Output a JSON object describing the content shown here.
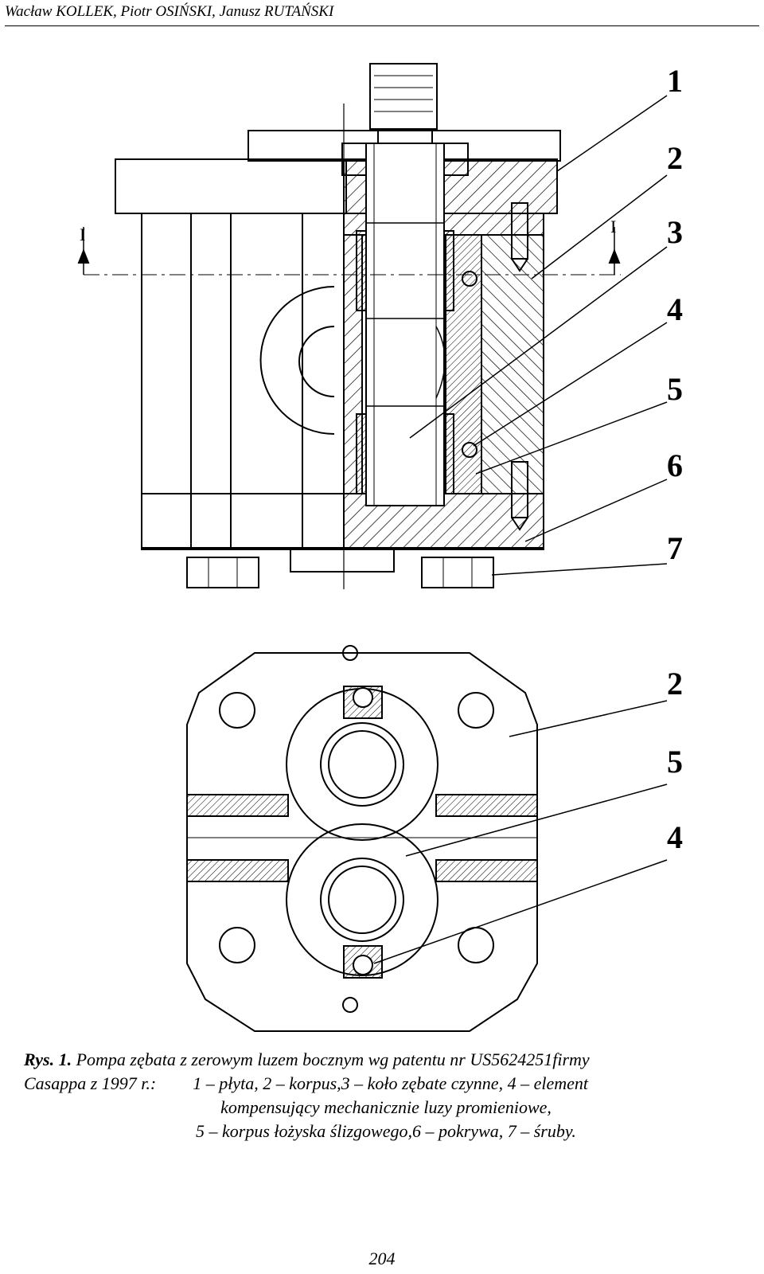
{
  "header": {
    "authors": "Wacław KOLLEK, Piotr OSIŃSKI, Janusz RUTAŃSKI"
  },
  "figure": {
    "section_marker_left": "I",
    "section_marker_right": "I",
    "top_labels": [
      "1",
      "2",
      "3",
      "4",
      "5",
      "6",
      "7"
    ],
    "bottom_labels": [
      "2",
      "5",
      "4"
    ]
  },
  "caption": {
    "fig_label": "Rys. 1.",
    "line1_rest": " Pompa zębata z zerowym luzem bocznym wg patentu nr US5624251firmy",
    "line2_a": "Casappa z 1997 r.:",
    "line2_b": "1 – płyta, 2 – korpus,3 – koło zębate czynne, 4 – element",
    "line3": "kompensujący mechanicznie luzy promieniowe,",
    "line4": "5 – korpus łożyska ślizgowego,6 – pokrywa, 7 – śruby."
  },
  "page_number": "204",
  "colors": {
    "ink": "#000000",
    "paper": "#ffffff"
  }
}
